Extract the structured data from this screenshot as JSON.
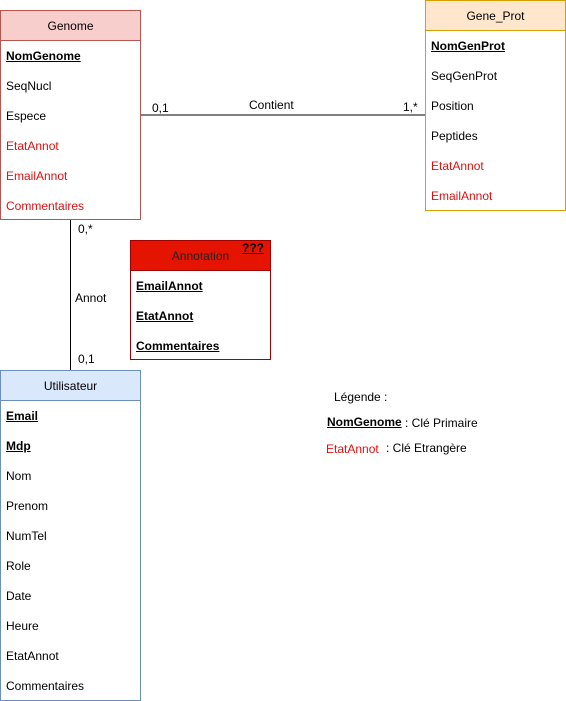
{
  "genome": {
    "title": "Genome",
    "fields": [
      {
        "name": "NomGenome",
        "kind": "pk"
      },
      {
        "name": "SeqNucl",
        "kind": "normal"
      },
      {
        "name": "Espece",
        "kind": "normal"
      },
      {
        "name": "EtatAnnot",
        "kind": "fk"
      },
      {
        "name": "EmailAnnot",
        "kind": "fk"
      },
      {
        "name": "Commentaires",
        "kind": "fk"
      }
    ]
  },
  "gene_prot": {
    "title": "Gene_Prot",
    "fields": [
      {
        "name": "NomGenProt",
        "kind": "pk"
      },
      {
        "name": "SeqGenProt",
        "kind": "normal"
      },
      {
        "name": "Position",
        "kind": "normal"
      },
      {
        "name": "Peptides",
        "kind": "normal"
      },
      {
        "name": "EtatAnnot",
        "kind": "fk"
      },
      {
        "name": "EmailAnnot",
        "kind": "fk"
      }
    ]
  },
  "annotation": {
    "title": "Annotation",
    "badge": "???",
    "fields": [
      {
        "name": "EmailAnnot",
        "kind": "pk"
      },
      {
        "name": "EtatAnnot",
        "kind": "pk"
      },
      {
        "name": "Commentaires",
        "kind": "pk"
      }
    ]
  },
  "utilisateur": {
    "title": "Utilisateur",
    "fields": [
      {
        "name": "Email",
        "kind": "pk"
      },
      {
        "name": "Mdp",
        "kind": "pk"
      },
      {
        "name": "Nom",
        "kind": "normal"
      },
      {
        "name": "Prenom",
        "kind": "normal"
      },
      {
        "name": "NumTel",
        "kind": "normal"
      },
      {
        "name": "Role",
        "kind": "normal"
      },
      {
        "name": "Date",
        "kind": "normal"
      },
      {
        "name": "Heure",
        "kind": "normal"
      },
      {
        "name": "EtatAnnot",
        "kind": "normal"
      },
      {
        "name": "Commentaires",
        "kind": "normal"
      }
    ]
  },
  "relations": {
    "contient": {
      "label": "Contient",
      "card_left": "0,1",
      "card_right": "1,*"
    },
    "annot": {
      "label": "Annot",
      "card_top": "0,*",
      "card_bottom": "0,1"
    }
  },
  "legend": {
    "title": "Légende :",
    "pk_example": "NomGenome",
    "pk_desc": ": Clé Primaire",
    "fk_example": "EtatAnnot",
    "fk_desc": ": Clé Etrangère"
  },
  "colors": {
    "fk_text": "#e01010",
    "genome_fill": "#f8cecc",
    "gene_prot_fill": "#ffe6cc",
    "annotation_fill": "#e51400",
    "utilisateur_fill": "#dae8fc"
  }
}
